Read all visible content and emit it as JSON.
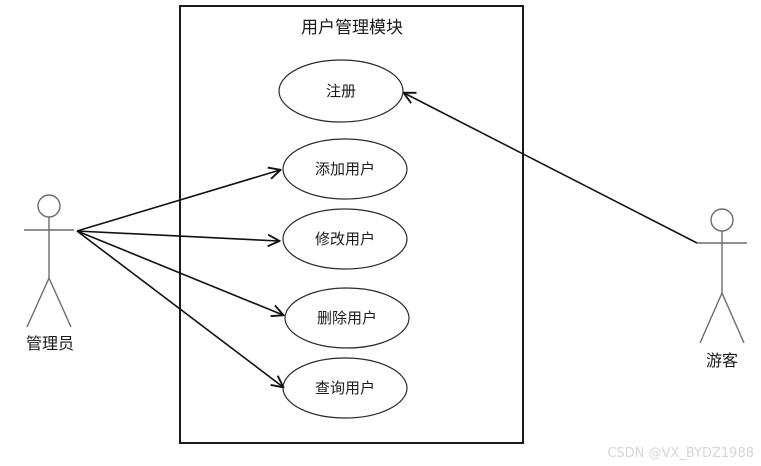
{
  "diagram": {
    "title": "用户管理模块",
    "use_cases": [
      {
        "label": "注册"
      },
      {
        "label": "添加用户"
      },
      {
        "label": "修改用户"
      },
      {
        "label": "删除用户"
      },
      {
        "label": "查询用户"
      }
    ],
    "actors": [
      {
        "label": "管理员",
        "position": "left"
      },
      {
        "label": "游客",
        "position": "right"
      }
    ],
    "relations": [
      {
        "from": "管理员",
        "to": "添加用户",
        "style": "arrow"
      },
      {
        "from": "管理员",
        "to": "修改用户",
        "style": "arrow"
      },
      {
        "from": "管理员",
        "to": "删除用户",
        "style": "arrow"
      },
      {
        "from": "管理员",
        "to": "查询用户",
        "style": "arrow"
      },
      {
        "from": "游客",
        "to": "注册",
        "style": "arrow"
      }
    ],
    "colors": {
      "background": "#ffffff",
      "line": "#1a1a1a",
      "actor_line": "#6b6b6b",
      "watermark": "#d6d6d6"
    }
  },
  "watermark": "CSDN @VX_BYDZ1988"
}
